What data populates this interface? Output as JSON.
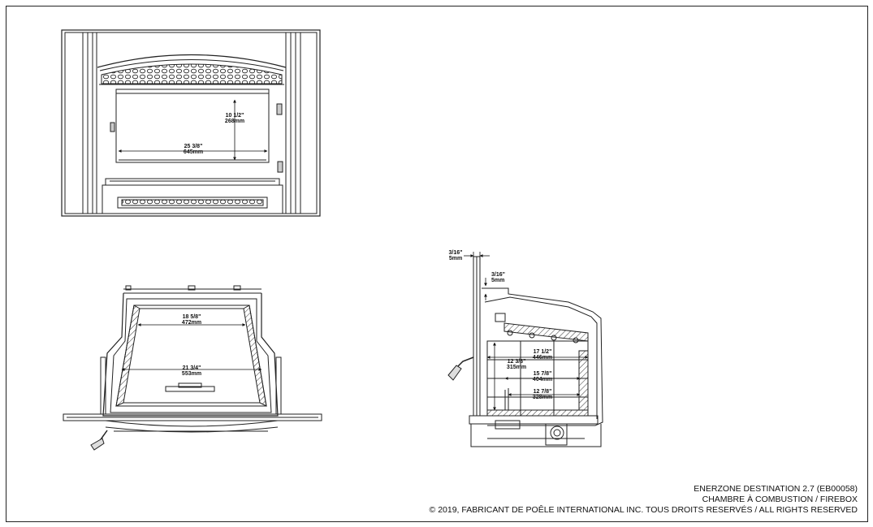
{
  "drawing": {
    "front_view": {
      "height_in": "10 1/2\"",
      "height_mm": "268mm",
      "width_in": "25 3/8\"",
      "width_mm": "645mm"
    },
    "top_view": {
      "back_width_in": "18 5/8\"",
      "back_width_mm": "472mm",
      "front_width_in": "21 3/4\"",
      "front_width_mm": "553mm"
    },
    "side_view": {
      "clearance_a_in": "3/16\"",
      "clearance_a_mm": "5mm",
      "clearance_b_in": "3/16\"",
      "clearance_b_mm": "5mm",
      "depth_top_in": "17 1/2\"",
      "depth_top_mm": "446mm",
      "height_in": "12 3/8\"",
      "height_mm": "315mm",
      "depth_mid_in": "15 7/8\"",
      "depth_mid_mm": "404mm",
      "depth_bottom_in": "12 7/8\"",
      "depth_bottom_mm": "328mm"
    }
  },
  "title_block": {
    "model": "ENERZONE DESTINATION 2.7 (EB00058)",
    "subject": "CHAMBRE À COMBUSTION / FIREBOX",
    "copyright": "© 2019, FABRICANT DE POÊLE INTERNATIONAL INC. TOUS DROITS RESERVÉS / ALL RIGHTS RESERVED"
  }
}
